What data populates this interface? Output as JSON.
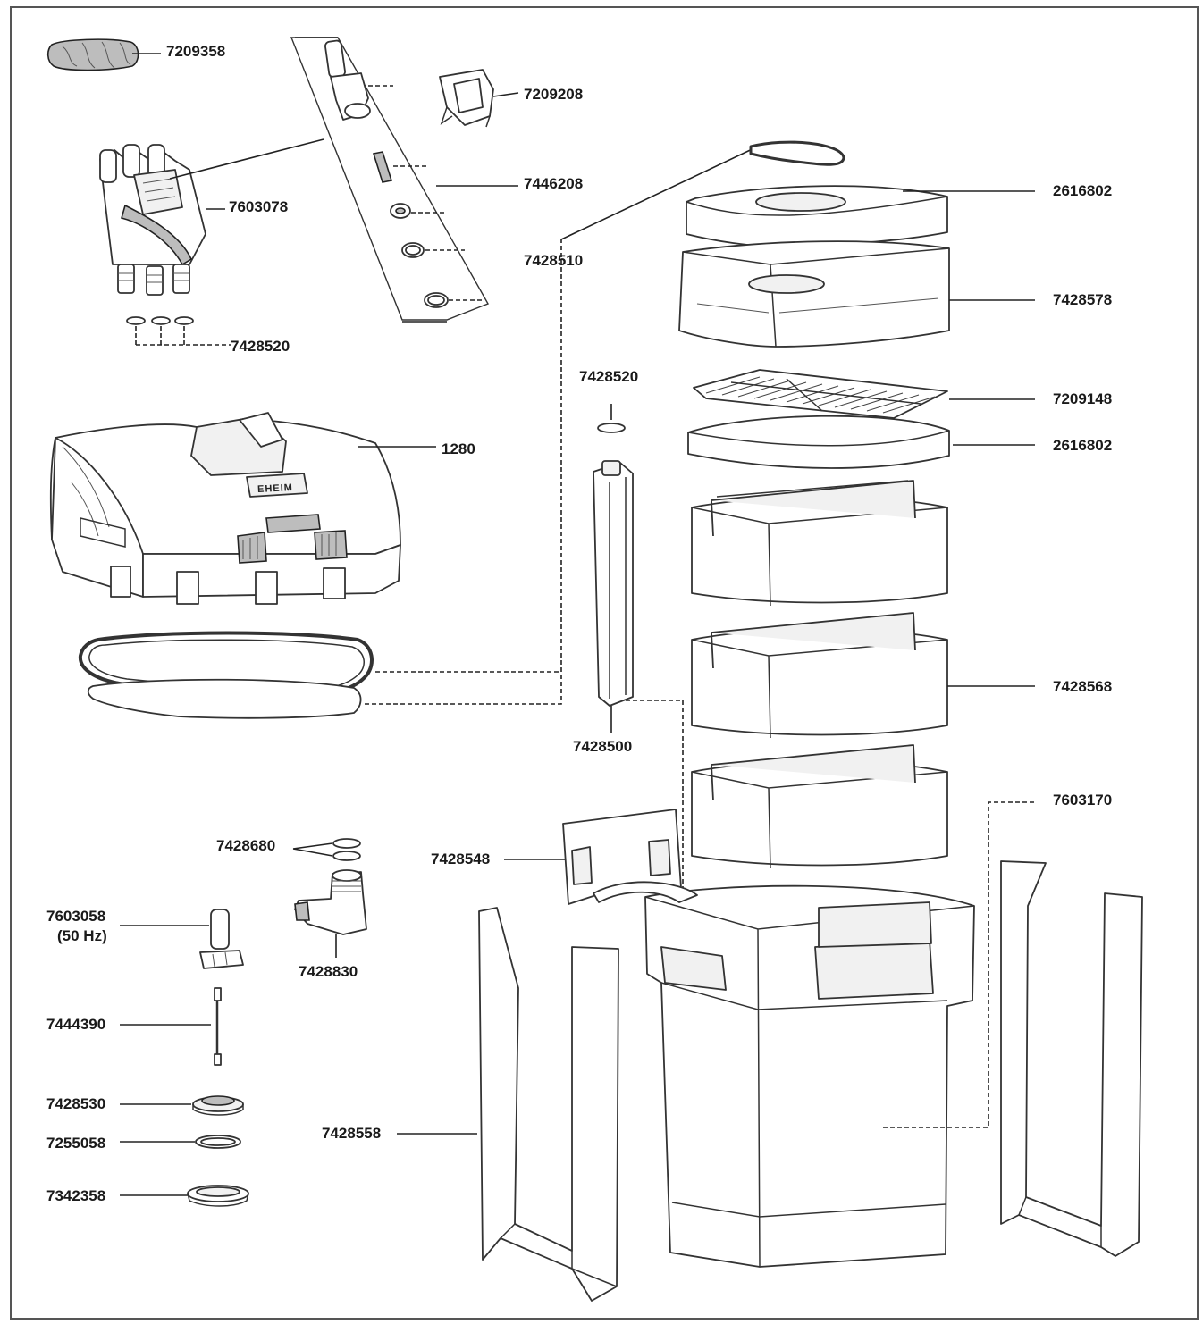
{
  "parts": [
    {
      "id": "p-7209358",
      "number": "7209358"
    },
    {
      "id": "p-7209208",
      "number": "7209208"
    },
    {
      "id": "p-7446208",
      "number": "7446208"
    },
    {
      "id": "p-7603078",
      "number": "7603078"
    },
    {
      "id": "p-7428510",
      "number": "7428510"
    },
    {
      "id": "p-7428520-a",
      "number": "7428520"
    },
    {
      "id": "p-7428520-b",
      "number": "7428520"
    },
    {
      "id": "p-2616802-a",
      "number": "2616802"
    },
    {
      "id": "p-7428578",
      "number": "7428578"
    },
    {
      "id": "p-7209148",
      "number": "7209148"
    },
    {
      "id": "p-2616802-b",
      "number": "2616802"
    },
    {
      "id": "p-1280",
      "number": "1280"
    },
    {
      "id": "p-7428500",
      "number": "7428500"
    },
    {
      "id": "p-7428568",
      "number": "7428568"
    },
    {
      "id": "p-7603170",
      "number": "7603170"
    },
    {
      "id": "p-7428680",
      "number": "7428680"
    },
    {
      "id": "p-7428548",
      "number": "7428548"
    },
    {
      "id": "p-7603058",
      "number": "7603058",
      "note": "(50 Hz)"
    },
    {
      "id": "p-7428830",
      "number": "7428830"
    },
    {
      "id": "p-7444390",
      "number": "7444390"
    },
    {
      "id": "p-7428530",
      "number": "7428530"
    },
    {
      "id": "p-7255058",
      "number": "7255058"
    },
    {
      "id": "p-7428558",
      "number": "7428558"
    },
    {
      "id": "p-7342358",
      "number": "7342358"
    }
  ],
  "brand_mark": "EHEIM"
}
